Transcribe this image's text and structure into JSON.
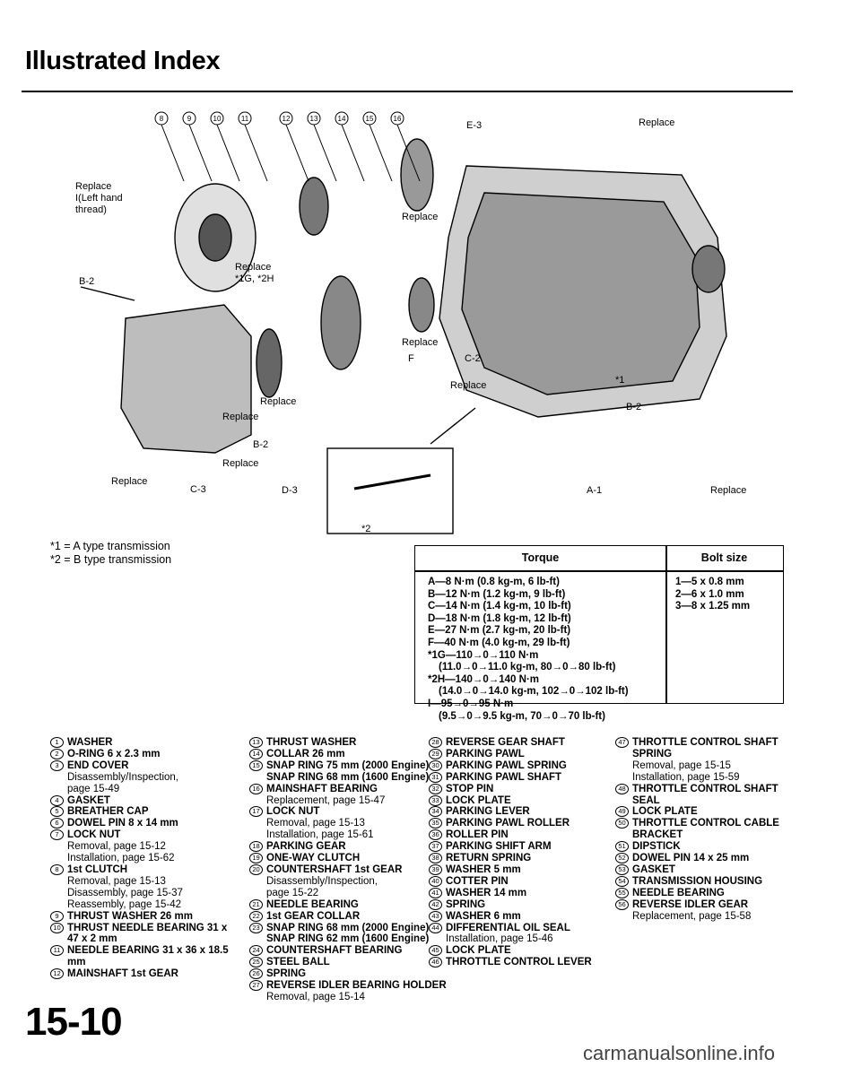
{
  "page": {
    "title": "Illustrated Index",
    "page_number": "15-10",
    "watermark": "carmanualsonline.info"
  },
  "diagram": {
    "callouts": {
      "replace_7": "Replace",
      "replace_7b": "I(Left hand",
      "replace_7c": "thread)",
      "replace_44": "Replace",
      "replace_17": "Replace",
      "replace_17b": "*1G, *2H",
      "replace_2": "Replace",
      "replace_4": "Replace",
      "replace_1": "Replace",
      "replace_1b": "Replace",
      "replace_41": "Replace",
      "replace_33": "Replace",
      "replace_53": "Replace",
      "replace_45": "Replace",
      "star_1": "*1",
      "star_2": "*2",
      "bolt_e3": "E-3",
      "bolt_b2a": "B-2",
      "bolt_b2b": "B-2",
      "bolt_b2c": "B-2",
      "bolt_c3": "C-3",
      "bolt_d3": "D-3",
      "bolt_f": "F",
      "bolt_c2": "C-2",
      "bolt_a1": "A-1"
    }
  },
  "legend": {
    "line1": "*1 = A type transmission",
    "line2": "*2 = B type transmission"
  },
  "torque_table": {
    "header_torque": "Torque",
    "header_bolt": "Bolt size",
    "rows": [
      "A—8    N·m (0.8 kg-m, 6 lb-ft)",
      "B—12   N·m (1.2 kg-m, 9 lb-ft)",
      "C—14   N·m (1.4 kg-m, 10 lb-ft)",
      "D—18   N·m (1.8 kg-m, 12 lb-ft)",
      "E—27   N·m (2.7 kg-m, 20 lb-ft)",
      "F—40   N·m (4.0 kg-m, 29 lb-ft)",
      "*1G—110→0→110 N·m",
      "(11.0→0→11.0 kg-m, 80→0→80 lb-ft)",
      "*2H—140→0→140 N·m",
      "(14.0→0→14.0 kg-m, 102→0→102 lb-ft)",
      "I—95→0→95 N·m",
      "(9.5→0→9.5 kg-m, 70→0→70 lb-ft)"
    ],
    "bolt_sizes": [
      "1—5 x 0.8 mm",
      "2—6 x 1.0 mm",
      "3—8 x 1.25 mm"
    ]
  },
  "parts": {
    "col1": [
      {
        "num": "1",
        "name": "WASHER",
        "notes": []
      },
      {
        "num": "2",
        "name": "O-RING 6 x 2.3 mm",
        "notes": []
      },
      {
        "num": "3",
        "name": "END COVER",
        "notes": [
          "Disassembly/Inspection,",
          "page 15-49"
        ]
      },
      {
        "num": "4",
        "name": "GASKET",
        "notes": []
      },
      {
        "num": "5",
        "name": "BREATHER CAP",
        "notes": []
      },
      {
        "num": "6",
        "name": "DOWEL PIN 8 x 14 mm",
        "notes": []
      },
      {
        "num": "7",
        "name": "LOCK NUT",
        "notes": [
          "Removal, page 15-12",
          "Installation, page 15-62"
        ]
      },
      {
        "num": "8",
        "name": "1st CLUTCH",
        "notes": [
          "Removal, page 15-13",
          "Disassembly, page 15-37",
          "Reassembly, page 15-42"
        ]
      },
      {
        "num": "9",
        "name": "THRUST WASHER 26 mm",
        "notes": []
      },
      {
        "num": "10",
        "name": "THRUST NEEDLE BEARING 31 x 47 x 2 mm",
        "notes": []
      },
      {
        "num": "11",
        "name": "NEEDLE BEARING 31 x 36 x 18.5 mm",
        "notes": []
      },
      {
        "num": "12",
        "name": "MAINSHAFT 1st GEAR",
        "notes": []
      }
    ],
    "col2": [
      {
        "num": "13",
        "name": "THRUST WASHER",
        "notes": []
      },
      {
        "num": "14",
        "name": "COLLAR 26 mm",
        "notes": []
      },
      {
        "num": "15",
        "name": "SNAP RING 75 mm (2000 Engine) SNAP RING 68 mm (1600 Engine)",
        "notes": []
      },
      {
        "num": "16",
        "name": "MAINSHAFT BEARING",
        "notes": [
          "Replacement, page 15-47"
        ]
      },
      {
        "num": "17",
        "name": "LOCK NUT",
        "notes": [
          "Removal, page 15-13",
          "Installation, page 15-61"
        ]
      },
      {
        "num": "18",
        "name": "PARKING GEAR",
        "notes": []
      },
      {
        "num": "19",
        "name": "ONE-WAY CLUTCH",
        "notes": []
      },
      {
        "num": "20",
        "name": "COUNTERSHAFT 1st GEAR",
        "notes": [
          "Disassembly/Inspection,",
          "page 15-22"
        ]
      },
      {
        "num": "21",
        "name": "NEEDLE BEARING",
        "notes": []
      },
      {
        "num": "22",
        "name": "1st GEAR COLLAR",
        "notes": []
      },
      {
        "num": "23",
        "name": "SNAP RING 68 mm (2000 Engine) SNAP RING 62 mm (1600 Engine)",
        "notes": []
      },
      {
        "num": "24",
        "name": "COUNTERSHAFT BEARING",
        "notes": []
      },
      {
        "num": "25",
        "name": "STEEL BALL",
        "notes": []
      },
      {
        "num": "26",
        "name": "SPRING",
        "notes": []
      },
      {
        "num": "27",
        "name": "REVERSE IDLER BEARING HOLDER",
        "notes": [
          "Removal, page 15-14"
        ]
      }
    ],
    "col3": [
      {
        "num": "28",
        "name": "REVERSE GEAR SHAFT",
        "notes": []
      },
      {
        "num": "29",
        "name": "PARKING PAWL",
        "notes": []
      },
      {
        "num": "30",
        "name": "PARKING PAWL SPRING",
        "notes": []
      },
      {
        "num": "31",
        "name": "PARKING PAWL SHAFT",
        "notes": []
      },
      {
        "num": "32",
        "name": "STOP PIN",
        "notes": []
      },
      {
        "num": "33",
        "name": "LOCK PLATE",
        "notes": []
      },
      {
        "num": "34",
        "name": "PARKING LEVER",
        "notes": []
      },
      {
        "num": "35",
        "name": "PARKING PAWL ROLLER",
        "notes": []
      },
      {
        "num": "36",
        "name": "ROLLER PIN",
        "notes": []
      },
      {
        "num": "37",
        "name": "PARKING SHIFT ARM",
        "notes": []
      },
      {
        "num": "38",
        "name": "RETURN SPRING",
        "notes": []
      },
      {
        "num": "39",
        "name": "WASHER 5 mm",
        "notes": []
      },
      {
        "num": "40",
        "name": "COTTER PIN",
        "notes": []
      },
      {
        "num": "41",
        "name": "WASHER 14 mm",
        "notes": []
      },
      {
        "num": "42",
        "name": "SPRING",
        "notes": []
      },
      {
        "num": "43",
        "name": "WASHER 6 mm",
        "notes": []
      },
      {
        "num": "44",
        "name": "DIFFERENTIAL OIL SEAL",
        "notes": [
          "Installation, page 15-46"
        ]
      },
      {
        "num": "45",
        "name": "LOCK PLATE",
        "notes": []
      },
      {
        "num": "46",
        "name": "THROTTLE CONTROL LEVER",
        "notes": []
      }
    ],
    "col4": [
      {
        "num": "47",
        "name": "THROTTLE CONTROL SHAFT SPRING",
        "notes": [
          "Removal, page 15-15",
          "Installation, page 15-59"
        ]
      },
      {
        "num": "48",
        "name": "THROTTLE CONTROL SHAFT SEAL",
        "notes": []
      },
      {
        "num": "49",
        "name": "LOCK PLATE",
        "notes": []
      },
      {
        "num": "50",
        "name": "THROTTLE CONTROL CABLE BRACKET",
        "notes": []
      },
      {
        "num": "51",
        "name": "DIPSTICK",
        "notes": []
      },
      {
        "num": "52",
        "name": "DOWEL PIN 14 x 25 mm",
        "notes": []
      },
      {
        "num": "53",
        "name": "GASKET",
        "notes": []
      },
      {
        "num": "54",
        "name": "TRANSMISSION HOUSING",
        "notes": []
      },
      {
        "num": "55",
        "name": "NEEDLE BEARING",
        "notes": []
      },
      {
        "num": "56",
        "name": "REVERSE IDLER GEAR",
        "notes": [
          "Replacement, page 15-58"
        ]
      }
    ]
  }
}
